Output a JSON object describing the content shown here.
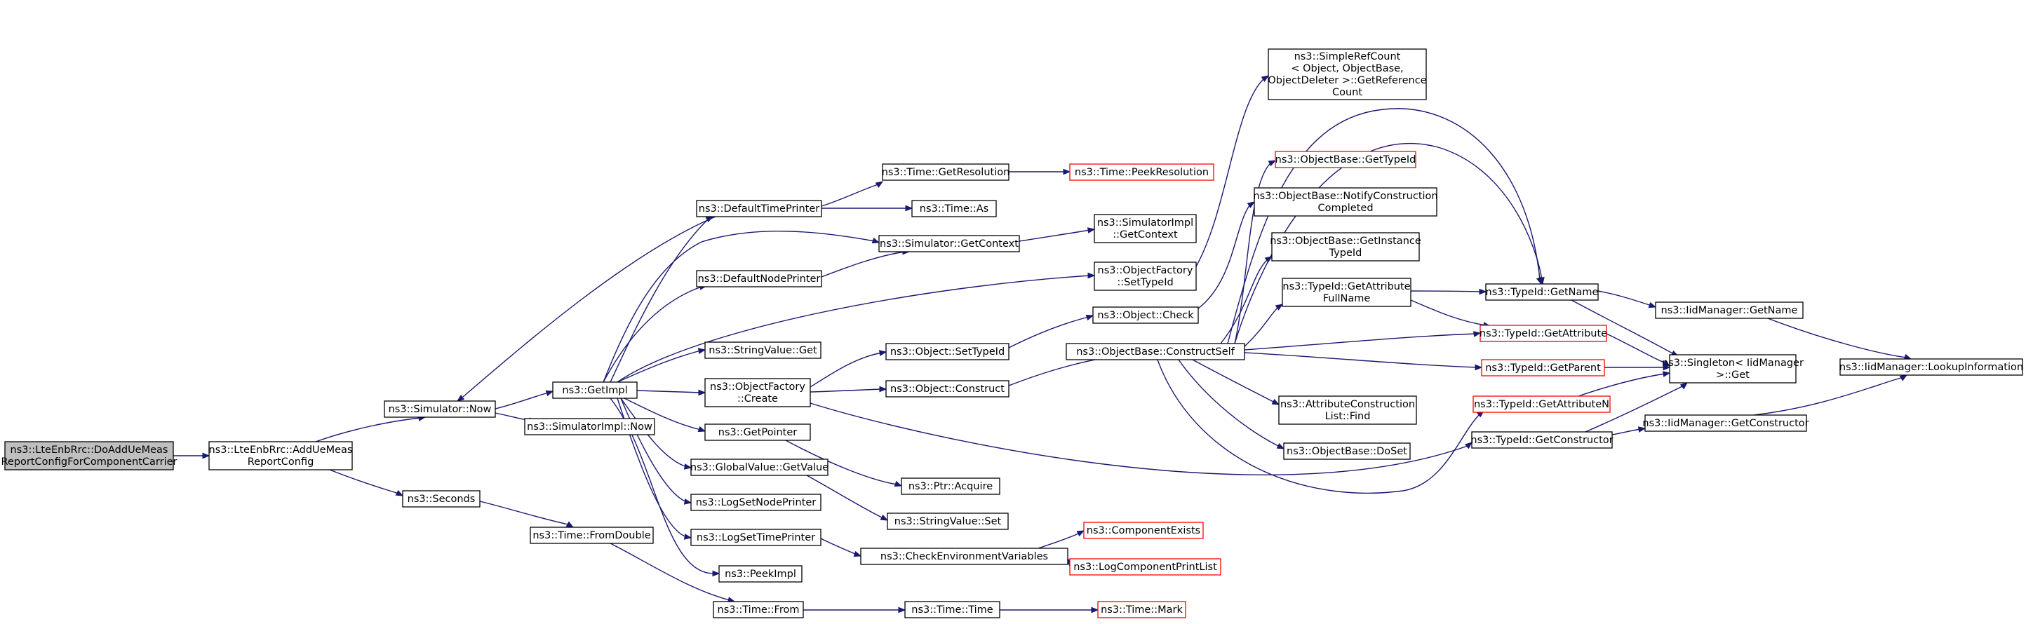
{
  "colors": {
    "edge": "#191970",
    "node_border": "#000000",
    "undocumented_border": "#ff0000",
    "root_fill": "#bfbfbf",
    "node_fill": "#ffffff",
    "background": "#ffffff"
  },
  "nodes": [
    {
      "id": "root",
      "lines": [
        "ns3::LteEnbRrc::DoAddUeMeas",
        "ReportConfigForComponentCarrier"
      ],
      "style": "root"
    },
    {
      "id": "addUeMeas",
      "lines": [
        "ns3::LteEnbRrc::AddUeMeas",
        "ReportConfig"
      ]
    },
    {
      "id": "simNow",
      "lines": [
        "ns3::Simulator::Now"
      ]
    },
    {
      "id": "seconds",
      "lines": [
        "ns3::Seconds"
      ]
    },
    {
      "id": "getImpl",
      "lines": [
        "ns3::GetImpl"
      ]
    },
    {
      "id": "simImplNow",
      "lines": [
        "ns3::SimulatorImpl::Now"
      ]
    },
    {
      "id": "fromDouble",
      "lines": [
        "ns3::Time::FromDouble"
      ]
    },
    {
      "id": "defTimePrinter",
      "lines": [
        "ns3::DefaultTimePrinter"
      ]
    },
    {
      "id": "defNodePrinter",
      "lines": [
        "ns3::DefaultNodePrinter"
      ]
    },
    {
      "id": "stringValueGet",
      "lines": [
        "ns3::StringValue::Get"
      ]
    },
    {
      "id": "objFactCreate",
      "lines": [
        "ns3::ObjectFactory",
        "::Create"
      ]
    },
    {
      "id": "getPointer",
      "lines": [
        "ns3::GetPointer"
      ]
    },
    {
      "id": "globalValue",
      "lines": [
        "ns3::GlobalValue::GetValue"
      ]
    },
    {
      "id": "logSetNode",
      "lines": [
        "ns3::LogSetNodePrinter"
      ]
    },
    {
      "id": "logSetTime",
      "lines": [
        "ns3::LogSetTimePrinter"
      ]
    },
    {
      "id": "peekImpl",
      "lines": [
        "ns3::PeekImpl"
      ]
    },
    {
      "id": "timeFrom",
      "lines": [
        "ns3::Time::From"
      ]
    },
    {
      "id": "getResolution",
      "lines": [
        "ns3::Time::GetResolution"
      ]
    },
    {
      "id": "timeAs",
      "lines": [
        "ns3::Time::As"
      ]
    },
    {
      "id": "simGetContext",
      "lines": [
        "ns3::Simulator::GetContext"
      ]
    },
    {
      "id": "objSetTypeId",
      "lines": [
        "ns3::Object::SetTypeId"
      ]
    },
    {
      "id": "objConstruct",
      "lines": [
        "ns3::Object::Construct"
      ]
    },
    {
      "id": "ptrAcquire",
      "lines": [
        "ns3::Ptr::Acquire"
      ]
    },
    {
      "id": "stringValueSet",
      "lines": [
        "ns3::StringValue::Set"
      ]
    },
    {
      "id": "checkEnv",
      "lines": [
        "ns3::CheckEnvironmentVariables"
      ]
    },
    {
      "id": "timeTime",
      "lines": [
        "ns3::Time::Time"
      ]
    },
    {
      "id": "peekResolution",
      "lines": [
        "ns3::Time::PeekResolution"
      ],
      "style": "red"
    },
    {
      "id": "simImplGetContext",
      "lines": [
        "ns3::SimulatorImpl",
        "::GetContext"
      ]
    },
    {
      "id": "objFactSetTypeId",
      "lines": [
        "ns3::ObjectFactory",
        "::SetTypeId"
      ]
    },
    {
      "id": "objCheck",
      "lines": [
        "ns3::Object::Check"
      ]
    },
    {
      "id": "constructSelf",
      "lines": [
        "ns3::ObjectBase::ConstructSelf"
      ]
    },
    {
      "id": "componentExists",
      "lines": [
        "ns3::ComponentExists"
      ],
      "style": "red"
    },
    {
      "id": "logCompPrint",
      "lines": [
        "ns3::LogComponentPrintList"
      ],
      "style": "red"
    },
    {
      "id": "timeMark",
      "lines": [
        "ns3::Time::Mark"
      ],
      "style": "red"
    },
    {
      "id": "refCount",
      "lines": [
        "ns3::SimpleRefCount",
        "< Object, ObjectBase,",
        "ObjectDeleter >::GetReference",
        "Count"
      ]
    },
    {
      "id": "obGetTypeId",
      "lines": [
        "ns3::ObjectBase::GetTypeId"
      ],
      "style": "red"
    },
    {
      "id": "obNotify",
      "lines": [
        "ns3::ObjectBase::NotifyConstruction",
        "Completed"
      ]
    },
    {
      "id": "obGetInstance",
      "lines": [
        "ns3::ObjectBase::GetInstance",
        "TypeId"
      ]
    },
    {
      "id": "tidGetAttrFull",
      "lines": [
        "ns3::TypeId::GetAttribute",
        "FullName"
      ]
    },
    {
      "id": "attrConstrFind",
      "lines": [
        "ns3::AttributeConstruction",
        "List::Find"
      ]
    },
    {
      "id": "obDoSet",
      "lines": [
        "ns3::ObjectBase::DoSet"
      ]
    },
    {
      "id": "tidGetName",
      "lines": [
        "ns3::TypeId::GetName"
      ]
    },
    {
      "id": "tidGetAttr",
      "lines": [
        "ns3::TypeId::GetAttribute"
      ],
      "style": "red"
    },
    {
      "id": "tidGetParent",
      "lines": [
        "ns3::TypeId::GetParent"
      ],
      "style": "red"
    },
    {
      "id": "tidGetAttrN",
      "lines": [
        "ns3::TypeId::GetAttributeN"
      ],
      "style": "red"
    },
    {
      "id": "tidGetConstructor",
      "lines": [
        "ns3::TypeId::GetConstructor"
      ]
    },
    {
      "id": "iidGetName",
      "lines": [
        "ns3::IidManager::GetName"
      ]
    },
    {
      "id": "singletonGet",
      "lines": [
        "ns3::Singleton< IidManager",
        ">::Get"
      ]
    },
    {
      "id": "iidGetConstructor",
      "lines": [
        "ns3::IidManager::GetConstructor"
      ]
    },
    {
      "id": "iidLookup",
      "lines": [
        "ns3::IidManager::LookupInformation"
      ]
    }
  ]
}
